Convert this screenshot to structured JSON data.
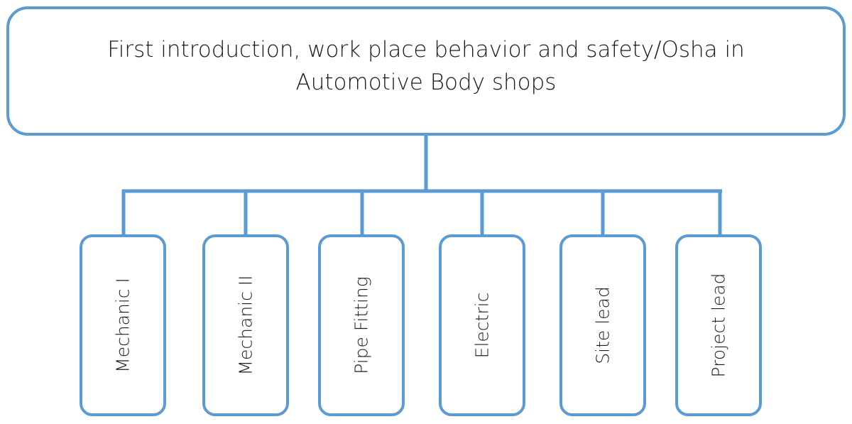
{
  "colors": {
    "box_border": "#5b9bd5",
    "connector": "#5b9bd5",
    "text": "#1a1a1a",
    "background": "#ffffff"
  },
  "root": {
    "line1": "First introduction, work place behavior and safety/Osha in",
    "line2": "Automotive Body shops"
  },
  "children": [
    {
      "label": "Mechanic I"
    },
    {
      "label": "Mechanic II"
    },
    {
      "label": "Pipe Fitting"
    },
    {
      "label": "Electric"
    },
    {
      "label": "Site lead"
    },
    {
      "label": "Project lead"
    }
  ]
}
